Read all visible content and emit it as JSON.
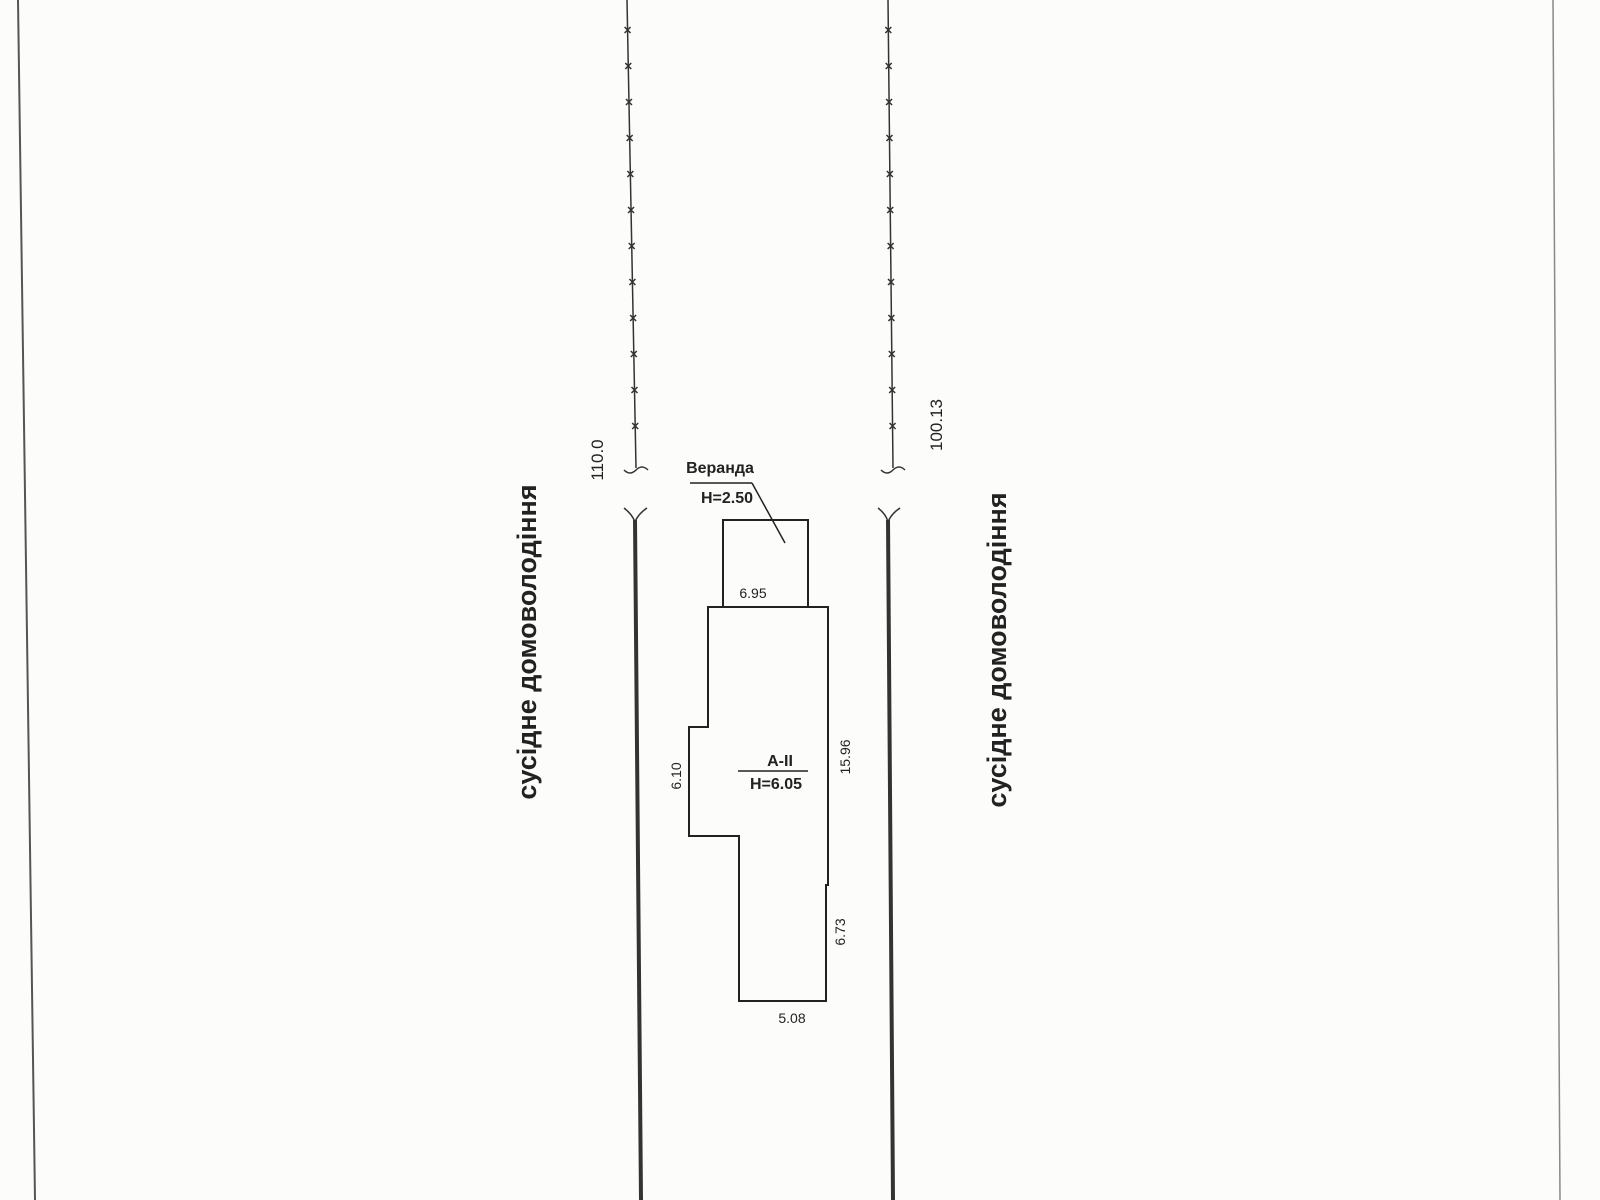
{
  "labels": {
    "neighbor_left": "сусідне домоволодіння",
    "neighbor_right": "сусідне домоволодіння",
    "fence_left_length": "110.0",
    "fence_right_length": "100.13"
  },
  "veranda": {
    "name": "Веранда",
    "height": "H=2.50",
    "width": "6.95"
  },
  "main_building": {
    "name": "А-ІІ",
    "height": "H=6.05",
    "dims": {
      "left": "6.10",
      "right_upper": "15.96",
      "right_lower": "6.73",
      "bottom": "5.08"
    }
  }
}
